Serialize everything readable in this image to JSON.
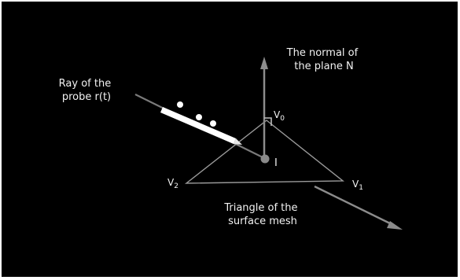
{
  "diagram": {
    "ray_label": {
      "line1": "Ray of the",
      "line2": "probe r(t)"
    },
    "normal_label": {
      "line1": "The normal of",
      "line2": "the plane N"
    },
    "triangle_label": {
      "line1": "Triangle of the",
      "line2": "surface mesh"
    },
    "vertices": {
      "v0": {
        "letter": "V",
        "index": "0"
      },
      "v1": {
        "letter": "V",
        "index": "1"
      },
      "v2": {
        "letter": "V",
        "index": "2"
      }
    },
    "intersection_label": "I"
  },
  "colors": {
    "background": "#000000",
    "frame": "#0a0a0a",
    "text": "#f2f2f2",
    "triangle_edge": "#9a9a9a",
    "arrow": "#8c8c8c",
    "probe": "#ffffff",
    "intersection_point": "#8a8a8a"
  }
}
